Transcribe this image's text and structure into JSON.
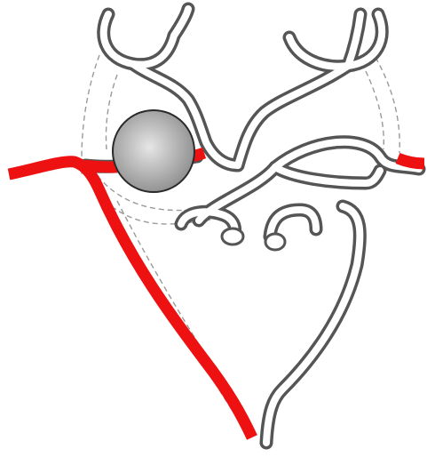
{
  "diagram": {
    "colors": {
      "vessel_outline": "#555555",
      "vessel_fill": "#ffffff",
      "dashed_outline": "#9a9a9a",
      "highlight_path": "#ee1111",
      "marker_fill_center": "#e6e6e6",
      "marker_fill_edge": "#8c8c8c",
      "marker_stroke": "#2a2a2a"
    },
    "marker": {
      "shape": "circle",
      "style": "gray radial gradient"
    },
    "highlight": {
      "description_of_color": "red"
    }
  }
}
